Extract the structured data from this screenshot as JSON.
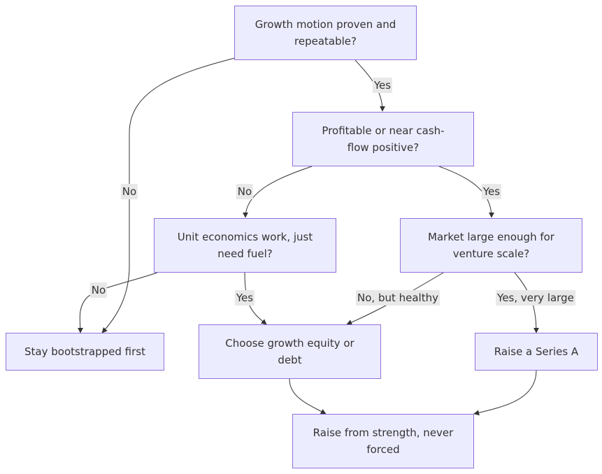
{
  "nodes": {
    "growth_motion": "Growth motion proven and repeatable?",
    "profitable": "Profitable or near cash-flow positive?",
    "unit_economics": "Unit economics work, just need fuel?",
    "market_large": "Market large enough for venture scale?",
    "bootstrapped": "Stay bootstrapped first",
    "growth_equity": "Choose growth equity or debt",
    "series_a": "Raise a Series A",
    "raise_strength": "Raise from strength, never forced"
  },
  "edges": {
    "growth_to_profitable": "Yes",
    "growth_to_bootstrapped": "No",
    "profitable_to_unit": "No",
    "profitable_to_market": "Yes",
    "unit_to_bootstrapped": "No",
    "unit_to_equity": "Yes",
    "market_to_equity": "No, but healthy",
    "market_to_seriesa": "Yes, very large"
  },
  "colors": {
    "node_fill": "#ececff",
    "node_border": "#9370db",
    "edge": "#333333",
    "label_bg": "#e8e8e8"
  }
}
